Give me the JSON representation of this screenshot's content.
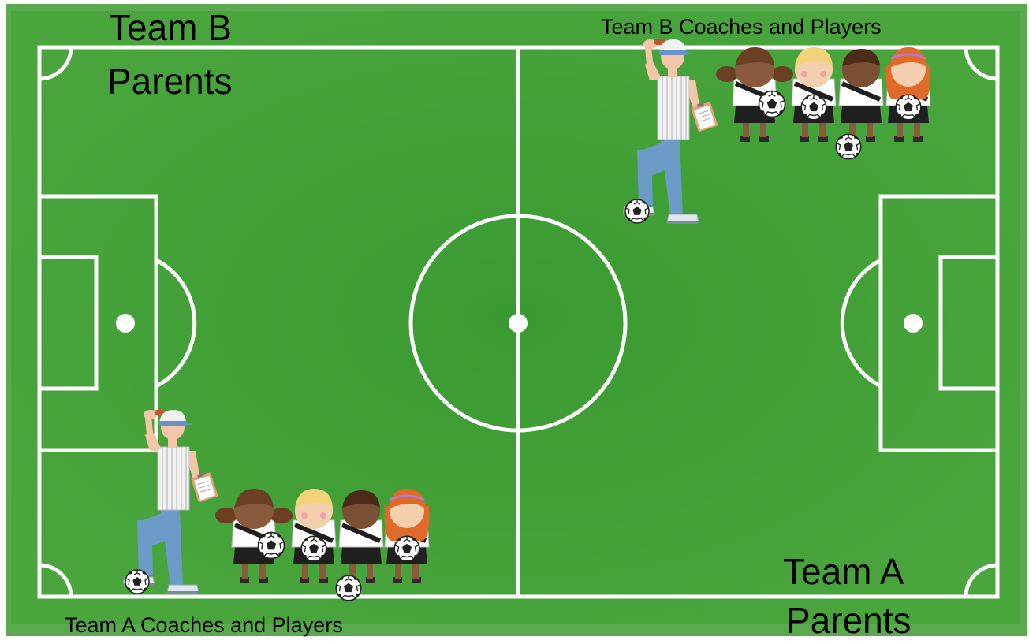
{
  "labels": {
    "team_b_parents_line1": "Team B",
    "team_b_parents_line2": "Parents",
    "team_a_parents_line1": "Team A",
    "team_a_parents_line2": "Parents",
    "team_b_coaches_players": "Team B Coaches and Players",
    "team_a_coaches_players": "Team A Coaches and Players"
  },
  "colors": {
    "field": "#5aac46",
    "field_inner": "#46a139",
    "lines": "#ffffff"
  },
  "groups": {
    "team_b": {
      "coach": "coach-figure",
      "players": [
        "player-ponytails",
        "player-blonde-boy",
        "player-dark-boy",
        "player-redhead-girl"
      ]
    },
    "team_a": {
      "coach": "coach-figure",
      "players": [
        "player-ponytails",
        "player-blonde-boy",
        "player-dark-boy",
        "player-redhead-girl"
      ]
    }
  }
}
